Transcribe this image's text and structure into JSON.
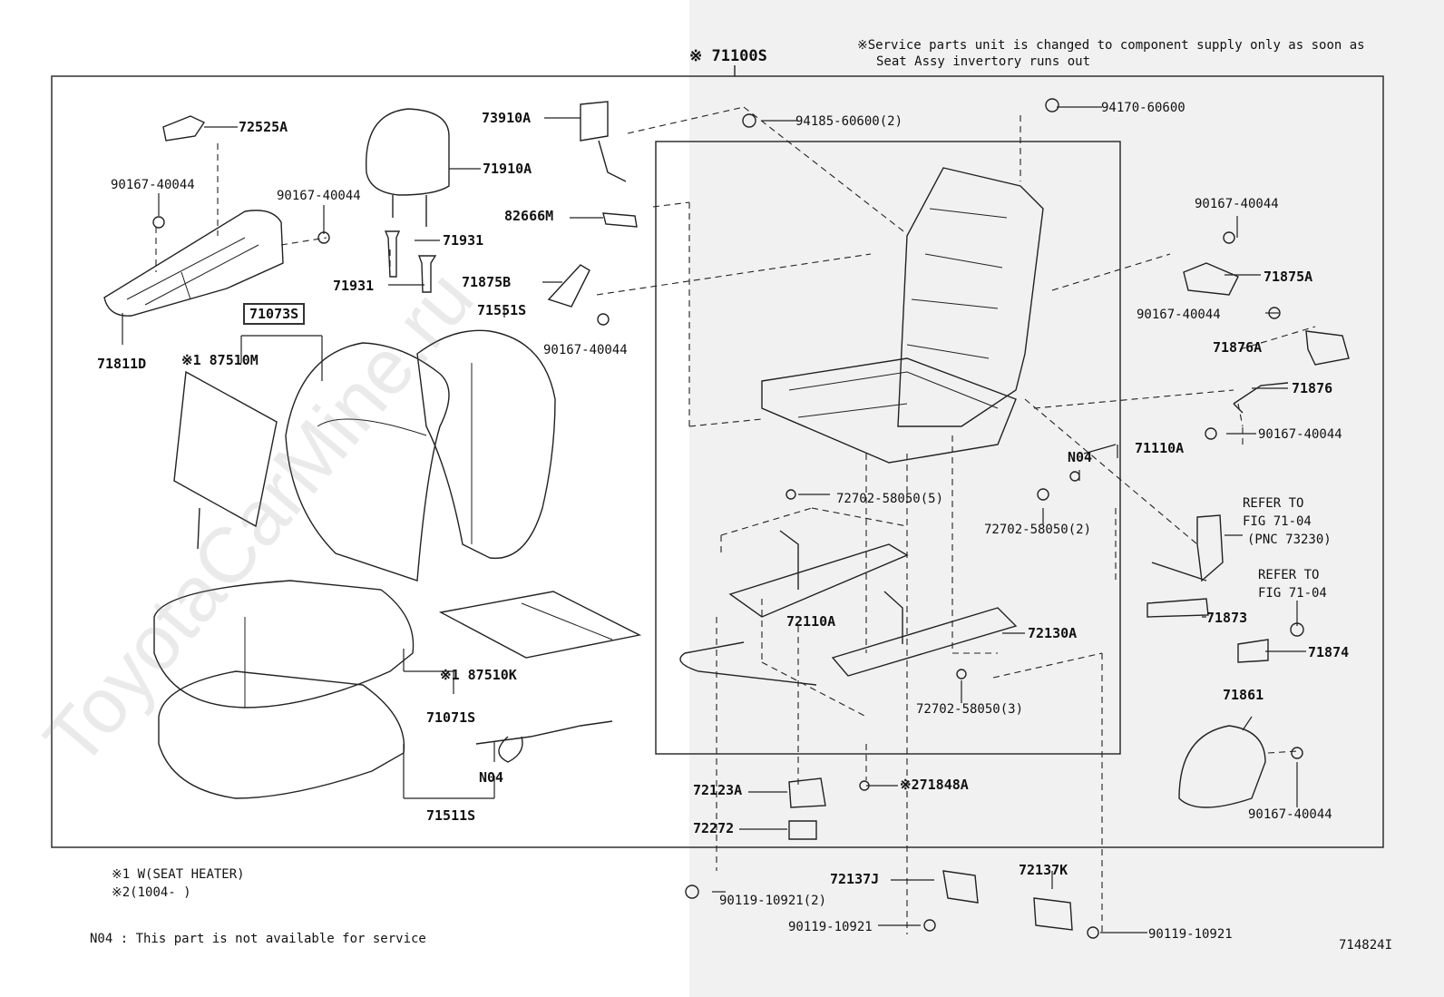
{
  "header": {
    "kit_label": "※ 71100S",
    "service_note_line1": "※Service parts unit is changed to component supply only as soon as",
    "service_note_line2": "Seat Assy invertory runs out"
  },
  "parts": {
    "p72525A": "72525A",
    "p90167_a": "90167-40044",
    "p90167_b": "90167-40044",
    "p71811D": "71811D",
    "p71910A": "71910A",
    "p71931_a": "71931",
    "p71931_b": "71931",
    "p71073S": "71073S",
    "p87510M": "※1 87510M",
    "p71551S": "71551S",
    "p73910A": "73910A",
    "p82666M": "82666M",
    "p71875B": "71875B",
    "p90167_c": "90167-40044",
    "p94185": "94185-60600(2)",
    "p94170": "94170-60600",
    "p87510K": "※1 87510K",
    "p71071S": "71071S",
    "pN04_a": "N04",
    "p71511S": "71511S",
    "p72702_a": "72702-58050(5)",
    "p72702_b": "72702-58050(2)",
    "p72702_c": "72702-58050(3)",
    "pN04_b": "N04",
    "p72110A": "72110A",
    "p72130A": "72130A",
    "p71110A": "71110A",
    "p72123A": "72123A",
    "p72272": "72272",
    "p71848A": "※271848A",
    "p72137J": "72137J",
    "p72137K": "72137K",
    "p90119_a": "90119-10921(2)",
    "p90119_b": "90119-10921",
    "p90119_c": "90119-10921",
    "p90167_d": "90167-40044",
    "p71875A": "71875A",
    "p90167_e": "90167-40044",
    "p71876A": "71876A",
    "p71876": "71876",
    "p90167_f": "90167-40044",
    "refer1_a": "REFER TO",
    "refer1_b": "FIG 71-04",
    "refer1_c": "(PNC 73230)",
    "refer2_a": "REFER TO",
    "refer2_b": "FIG 71-04",
    "p71873": "71873",
    "p71874": "71874",
    "p71861": "71861",
    "p90167_g": "90167-40044"
  },
  "legend": {
    "note1": "※1 W(SEAT HEATER)",
    "note2": "※2(1004-      )",
    "n04_note": "N04 : This part is not available for service",
    "figure_id": "714824I"
  },
  "watermark": "ToyotaCarMine.ru"
}
